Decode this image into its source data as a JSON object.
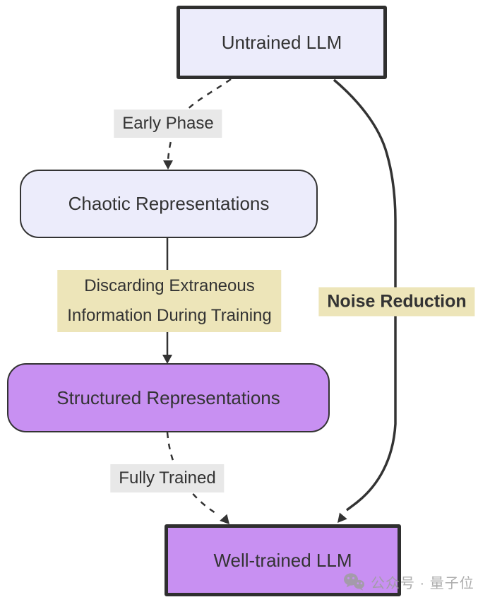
{
  "diagram": {
    "title": "LLM training noise-reduction flowchart",
    "nodes": [
      {
        "id": "untrained",
        "label": "Untrained LLM",
        "shape": "rect-thick-border",
        "fill": "#ECECFB"
      },
      {
        "id": "chaotic",
        "label": "Chaotic Representations",
        "shape": "rounded-rect",
        "fill": "#ECECFB"
      },
      {
        "id": "structured",
        "label": "Structured Representations",
        "shape": "rounded-rect",
        "fill": "#C890F2"
      },
      {
        "id": "welltrained",
        "label": "Well-trained LLM",
        "shape": "rect-thick-border",
        "fill": "#C890F2"
      }
    ],
    "edges": [
      {
        "from": "Untrained LLM",
        "to": "Chaotic Representations",
        "label": "Early Phase",
        "style": "dashed"
      },
      {
        "from": "Chaotic Representations",
        "to": "Structured Representations",
        "label": "Discarding Extraneous Information During Training",
        "style": "solid"
      },
      {
        "from": "Structured Representations",
        "to": "Well-trained LLM",
        "label": "Fully Trained",
        "style": "dashed"
      },
      {
        "from": "Untrained LLM",
        "to": "Well-trained LLM",
        "label": "Noise Reduction",
        "style": "solid-curve"
      }
    ],
    "edge_labels": {
      "early_phase": "Early Phase",
      "discarding_line1": "Discarding Extraneous",
      "discarding_line2": "Information During Training",
      "noise_reduction": "Noise Reduction",
      "fully_trained": "Fully Trained"
    }
  },
  "watermark": {
    "icon": "wechat-icon",
    "text": "公众号 · 量子位"
  },
  "colors": {
    "background": "#FFFFFF",
    "node-lavender": "#ECECFB",
    "node-purple": "#C890F2",
    "border-dark": "#2F2F2F",
    "border-mid": "#333333",
    "edge": "#333333",
    "text": "#333333",
    "label-gray": "#E8E8E8",
    "label-khaki": "#EDE5B9",
    "watermark": "#9E9E9E"
  }
}
